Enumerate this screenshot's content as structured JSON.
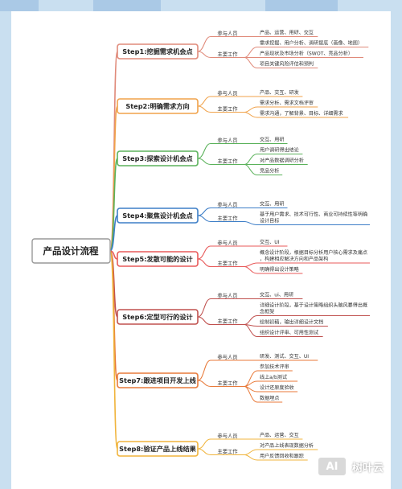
{
  "root": {
    "title": "产品设计流程"
  },
  "colors": {
    "background": "#c9dff0",
    "root_border": "#999999",
    "steps": [
      "#e08a7a",
      "#f0a24a",
      "#5bb25b",
      "#3d7ec7",
      "#e85a5a",
      "#c0514f",
      "#e87a3a",
      "#f0b43c"
    ]
  },
  "steps": [
    {
      "label": "Step1:挖掘需求机会点",
      "groups": [
        {
          "title": "参与人员",
          "items": [
            "产品、运营、用研、交互"
          ]
        },
        {
          "title": "主要工作",
          "items": [
            "需求挖掘、用户分析、调研提底（画像、地图）",
            "产品现状及市场分析（SWOT、竞品分析）",
            "项目关键风险评估和预判"
          ]
        }
      ]
    },
    {
      "label": "Step2:明确需求方向",
      "groups": [
        {
          "title": "参与人员",
          "items": [
            "产品、交互、研发"
          ]
        },
        {
          "title": "主要工作",
          "items": [
            "需求分析、需求文档评审",
            "需求沟通，了解背景、目标、详细需求"
          ]
        }
      ]
    },
    {
      "label": "Step3:探索设计机会点",
      "groups": [
        {
          "title": "参与人员",
          "items": [
            "交互、用研"
          ]
        },
        {
          "title": "主要工作",
          "items": [
            "用户调研得出结论",
            "对产品数据调研分析",
            "竞品分析"
          ]
        }
      ]
    },
    {
      "label": "Step4:聚焦设计机会点",
      "groups": [
        {
          "title": "参与人员",
          "items": [
            "交互、用研"
          ]
        },
        {
          "title": "主要工作",
          "items": [
            "基于用户需求、技术可行性、商业可持续性等明确设计目标"
          ]
        }
      ]
    },
    {
      "label": "Step5:发散可能的设计",
      "groups": [
        {
          "title": "参与人员",
          "items": [
            "交互、UI"
          ]
        },
        {
          "title": "主要工作",
          "items": [
            "概念设计阶段，根据目标分析用户核心需求及痛点，构建相应解决方向和产品架构",
            "明确得出设计策略"
          ]
        }
      ]
    },
    {
      "label": "Step6:定型可行的设计",
      "groups": [
        {
          "title": "参与人员",
          "items": [
            "交互、ui、用研"
          ]
        },
        {
          "title": "主要工作",
          "items": [
            "详细设计阶段，基于设计策略组织头脑风暴得出概念框架",
            "绘制初稿，输出详细设计文档",
            "组织设计评审、可用性测试"
          ]
        }
      ]
    },
    {
      "label": "Step7:跟进项目开发上线",
      "groups": [
        {
          "title": "参与人员",
          "items": [
            "研发、测试、交互、UI"
          ]
        },
        {
          "title": "主要工作",
          "items": [
            "参加技术评审",
            "线上a/b测试",
            "设计还原度验收",
            "数据埋点"
          ]
        }
      ]
    },
    {
      "label": "Step8:验证产品上线结果",
      "groups": [
        {
          "title": "参与人员",
          "items": [
            "产品、运营、交互"
          ]
        },
        {
          "title": "主要工作",
          "items": [
            "对产品上线表现数据分析",
            "用户反馈回收和跟踪"
          ]
        }
      ]
    }
  ],
  "watermark": {
    "logo": "AI",
    "text": "树叶云"
  }
}
